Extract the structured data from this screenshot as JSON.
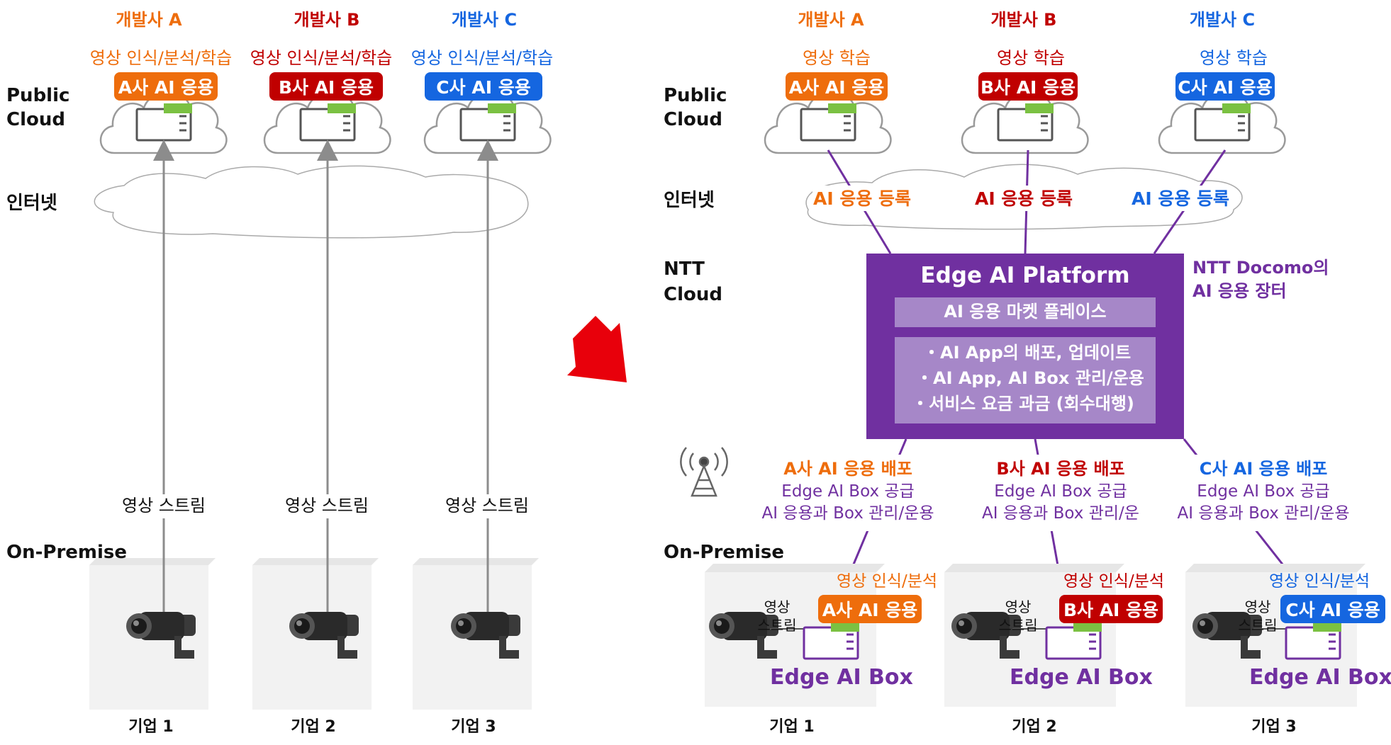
{
  "colors": {
    "dev_a": "#ee6d0c",
    "dev_b": "#c00000",
    "dev_c": "#1566e0",
    "platform": "#7030a0"
  },
  "icons": [
    "cloud-icon",
    "server-icon",
    "cctv-camera-icon",
    "radio-tower-icon",
    "red-arrow-icon"
  ],
  "before": {
    "layers": {
      "public_cloud": "Public\nCloud",
      "internet": "인터넷",
      "on_premise": "On-Premise"
    },
    "developers": [
      {
        "name": "개발사 A",
        "service": "영상 인식/분석/학습",
        "app": "A사 AI 응용"
      },
      {
        "name": "개발사 B",
        "service": "영상 인식/분석/학습",
        "app": "B사 AI 응용"
      },
      {
        "name": "개발사 C",
        "service": "영상 인식/분석/학습",
        "app": "C사 AI 응용"
      }
    ],
    "stream_label": "영상 스트림",
    "companies": [
      "기업 1",
      "기업 2",
      "기업 3"
    ]
  },
  "after": {
    "layers": {
      "public_cloud": "Public\nCloud",
      "internet": "인터넷",
      "ntt_cloud": "NTT\nCloud",
      "on_premise": "On-Premise"
    },
    "developers": [
      {
        "name": "개발사 A",
        "service": "영상 학습",
        "app": "A사 AI 응용",
        "register": "AI 응용 등록"
      },
      {
        "name": "개발사 B",
        "service": "영상 학습",
        "app": "B사 AI 응용",
        "register": "AI 응용 등록"
      },
      {
        "name": "개발사 C",
        "service": "영상 학습",
        "app": "C사 AI 응용",
        "register": "AI 응용 등록"
      }
    ],
    "platform": {
      "title": "Edge AI Platform",
      "marketplace": "AI 응용 마켓 플레이스",
      "features": [
        "・AI App의 배포, 업데이트",
        "・AI App, AI Box 관리/운용",
        "・서비스 요금 과금 (회수대행)"
      ],
      "note": "NTT Docomo의\nAI 응용 장터"
    },
    "deployments": [
      {
        "title": "A사 AI 응용 배포",
        "line1": "Edge AI Box 공급",
        "line2": "AI 응용과 Box 관리/운용"
      },
      {
        "title": "B사 AI 응용 배포",
        "line1": "Edge AI Box 공급",
        "line2": "AI 응용과 Box 관리/운"
      },
      {
        "title": "C사 AI 응용 배포",
        "line1": "Edge AI Box 공급",
        "line2": "AI 응용과 Box 관리/운용"
      }
    ],
    "sites": [
      {
        "company": "기업 1",
        "service": "영상 인식/분석",
        "app": "A사 AI 응용",
        "stream": "영상\n스트림",
        "box": "Edge AI Box"
      },
      {
        "company": "기업 2",
        "service": "영상 인식/분석",
        "app": "B사 AI 응용",
        "stream": "영상\n스트림",
        "box": "Edge AI Box"
      },
      {
        "company": "기업 3",
        "service": "영상 인식/분석",
        "app": "C사 AI 응용",
        "stream": "영상\n스트림",
        "box": "Edge AI Box"
      }
    ]
  }
}
